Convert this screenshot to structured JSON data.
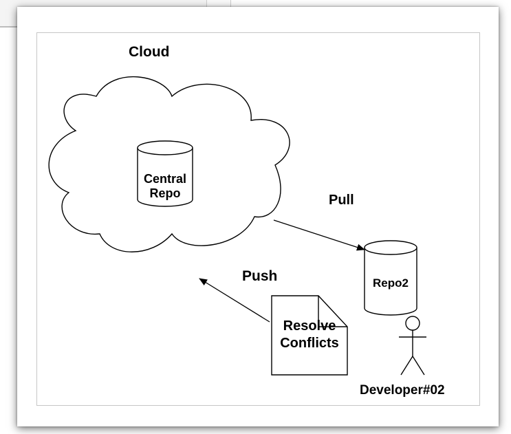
{
  "labels": {
    "cloud": "Cloud",
    "central_repo_line1": "Central",
    "central_repo_line2": "Repo",
    "pull": "Pull",
    "push": "Push",
    "repo2": "Repo2",
    "resolve_line1": "Resolve",
    "resolve_line2": "Conflicts",
    "developer": "Developer#02"
  },
  "colors": {
    "stroke": "#000000",
    "fill": "#ffffff",
    "frame_border": "#c6c6c6"
  }
}
